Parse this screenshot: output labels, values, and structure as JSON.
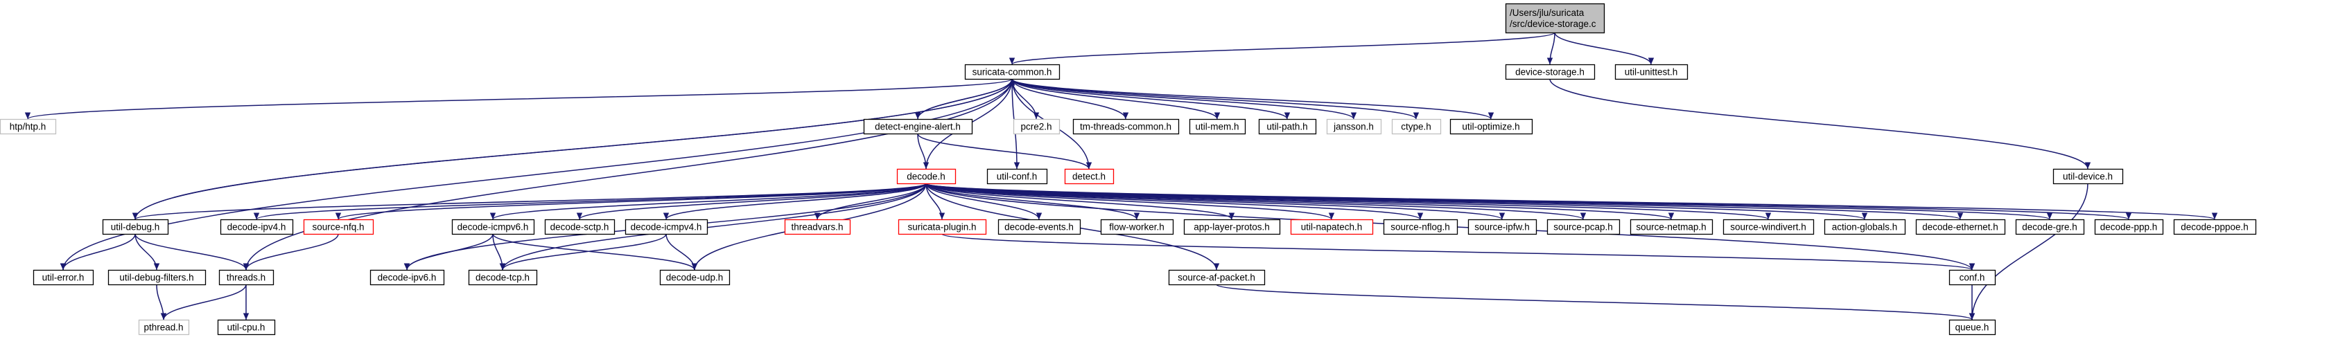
{
  "colors": {
    "edge": "#191970",
    "node_border": "#000000",
    "missing_border": "#bfbfbf",
    "error_border": "#ff0000",
    "root_fill": "#bfbfbf",
    "node_fill": "#ffffff"
  },
  "nodes": [
    {
      "id": "root",
      "lines": [
        "/Users/jlu/suricata",
        "/src/device-storage.c"
      ],
      "style": "root"
    },
    {
      "id": "suricata_common",
      "lines": [
        "suricata-common.h"
      ],
      "style": "normal"
    },
    {
      "id": "device_storage",
      "lines": [
        "device-storage.h"
      ],
      "style": "normal"
    },
    {
      "id": "util_unittest",
      "lines": [
        "util-unittest.h"
      ],
      "style": "normal"
    },
    {
      "id": "htp",
      "lines": [
        "htp/htp.h"
      ],
      "style": "missing"
    },
    {
      "id": "util_debug",
      "lines": [
        "util-debug.h"
      ],
      "style": "normal"
    },
    {
      "id": "detect_engine_alert",
      "lines": [
        "detect-engine-alert.h"
      ],
      "style": "normal"
    },
    {
      "id": "pcre2",
      "lines": [
        "pcre2.h"
      ],
      "style": "missing"
    },
    {
      "id": "tm_threads_common",
      "lines": [
        "tm-threads-common.h"
      ],
      "style": "normal"
    },
    {
      "id": "util_mem",
      "lines": [
        "util-mem.h"
      ],
      "style": "normal"
    },
    {
      "id": "util_path",
      "lines": [
        "util-path.h"
      ],
      "style": "normal"
    },
    {
      "id": "jansson",
      "lines": [
        "jansson.h"
      ],
      "style": "missing"
    },
    {
      "id": "ctype",
      "lines": [
        "ctype.h"
      ],
      "style": "missing"
    },
    {
      "id": "util_optimize",
      "lines": [
        "util-optimize.h"
      ],
      "style": "normal"
    },
    {
      "id": "util_device",
      "lines": [
        "util-device.h"
      ],
      "style": "normal"
    },
    {
      "id": "decode",
      "lines": [
        "decode.h"
      ],
      "style": "error"
    },
    {
      "id": "util_conf",
      "lines": [
        "util-conf.h"
      ],
      "style": "normal"
    },
    {
      "id": "detect",
      "lines": [
        "detect.h"
      ],
      "style": "error"
    },
    {
      "id": "decode_ipv4",
      "lines": [
        "decode-ipv4.h"
      ],
      "style": "normal"
    },
    {
      "id": "source_nfq",
      "lines": [
        "source-nfq.h"
      ],
      "style": "error"
    },
    {
      "id": "decode_icmpv6",
      "lines": [
        "decode-icmpv6.h"
      ],
      "style": "normal"
    },
    {
      "id": "decode_sctp",
      "lines": [
        "decode-sctp.h"
      ],
      "style": "normal"
    },
    {
      "id": "decode_icmpv4",
      "lines": [
        "decode-icmpv4.h"
      ],
      "style": "normal"
    },
    {
      "id": "threadvars",
      "lines": [
        "threadvars.h"
      ],
      "style": "error"
    },
    {
      "id": "suricata_plugin",
      "lines": [
        "suricata-plugin.h"
      ],
      "style": "error"
    },
    {
      "id": "decode_events",
      "lines": [
        "decode-events.h"
      ],
      "style": "normal"
    },
    {
      "id": "flow_worker",
      "lines": [
        "flow-worker.h"
      ],
      "style": "normal"
    },
    {
      "id": "app_layer_protos",
      "lines": [
        "app-layer-protos.h"
      ],
      "style": "normal"
    },
    {
      "id": "util_napatech",
      "lines": [
        "util-napatech.h"
      ],
      "style": "error"
    },
    {
      "id": "source_nflog",
      "lines": [
        "source-nflog.h"
      ],
      "style": "normal"
    },
    {
      "id": "source_ipfw",
      "lines": [
        "source-ipfw.h"
      ],
      "style": "normal"
    },
    {
      "id": "source_pcap",
      "lines": [
        "source-pcap.h"
      ],
      "style": "normal"
    },
    {
      "id": "source_netmap",
      "lines": [
        "source-netmap.h"
      ],
      "style": "normal"
    },
    {
      "id": "source_windivert",
      "lines": [
        "source-windivert.h"
      ],
      "style": "normal"
    },
    {
      "id": "action_globals",
      "lines": [
        "action-globals.h"
      ],
      "style": "normal"
    },
    {
      "id": "decode_ethernet",
      "lines": [
        "decode-ethernet.h"
      ],
      "style": "normal"
    },
    {
      "id": "decode_gre",
      "lines": [
        "decode-gre.h"
      ],
      "style": "normal"
    },
    {
      "id": "decode_ppp",
      "lines": [
        "decode-ppp.h"
      ],
      "style": "normal"
    },
    {
      "id": "decode_pppoe",
      "lines": [
        "decode-pppoe.h"
      ],
      "style": "normal"
    },
    {
      "id": "util_error",
      "lines": [
        "util-error.h"
      ],
      "style": "normal"
    },
    {
      "id": "util_debug_filters",
      "lines": [
        "util-debug-filters.h"
      ],
      "style": "normal"
    },
    {
      "id": "threads",
      "lines": [
        "threads.h"
      ],
      "style": "normal"
    },
    {
      "id": "decode_ipv6",
      "lines": [
        "decode-ipv6.h"
      ],
      "style": "normal"
    },
    {
      "id": "decode_tcp",
      "lines": [
        "decode-tcp.h"
      ],
      "style": "normal"
    },
    {
      "id": "decode_udp",
      "lines": [
        "decode-udp.h"
      ],
      "style": "normal"
    },
    {
      "id": "source_af_packet",
      "lines": [
        "source-af-packet.h"
      ],
      "style": "normal"
    },
    {
      "id": "conf",
      "lines": [
        "conf.h"
      ],
      "style": "normal"
    },
    {
      "id": "pthread",
      "lines": [
        "pthread.h"
      ],
      "style": "missing"
    },
    {
      "id": "util_cpu",
      "lines": [
        "util-cpu.h"
      ],
      "style": "normal"
    },
    {
      "id": "queue",
      "lines": [
        "queue.h"
      ],
      "style": "normal"
    }
  ],
  "edges": [
    [
      "root",
      "suricata_common"
    ],
    [
      "root",
      "device_storage"
    ],
    [
      "root",
      "util_unittest"
    ],
    [
      "suricata_common",
      "htp"
    ],
    [
      "suricata_common",
      "util_debug"
    ],
    [
      "suricata_common",
      "detect_engine_alert"
    ],
    [
      "suricata_common",
      "pcre2"
    ],
    [
      "suricata_common",
      "tm_threads_common"
    ],
    [
      "suricata_common",
      "util_mem"
    ],
    [
      "suricata_common",
      "util_path"
    ],
    [
      "suricata_common",
      "jansson"
    ],
    [
      "suricata_common",
      "ctype"
    ],
    [
      "suricata_common",
      "util_optimize"
    ],
    [
      "suricata_common",
      "util_conf"
    ],
    [
      "suricata_common",
      "util_error"
    ],
    [
      "suricata_common",
      "threads"
    ],
    [
      "device_storage",
      "util_device"
    ],
    [
      "util_device",
      "queue"
    ],
    [
      "util_debug",
      "suricata_common"
    ],
    [
      "util_debug",
      "util_error"
    ],
    [
      "util_debug",
      "util_debug_filters"
    ],
    [
      "util_debug",
      "threads"
    ],
    [
      "detect_engine_alert",
      "suricata_common"
    ],
    [
      "detect_engine_alert",
      "decode"
    ],
    [
      "detect_engine_alert",
      "detect"
    ],
    [
      "detect",
      "suricata_common"
    ],
    [
      "decode",
      "suricata_common"
    ],
    [
      "decode",
      "util_debug"
    ],
    [
      "decode",
      "decode_ipv4"
    ],
    [
      "decode",
      "source_nfq"
    ],
    [
      "decode",
      "decode_icmpv6"
    ],
    [
      "decode",
      "decode_sctp"
    ],
    [
      "decode",
      "decode_icmpv4"
    ],
    [
      "decode",
      "threadvars"
    ],
    [
      "decode",
      "suricata_plugin"
    ],
    [
      "decode",
      "decode_events"
    ],
    [
      "decode",
      "flow_worker"
    ],
    [
      "decode",
      "app_layer_protos"
    ],
    [
      "decode",
      "util_napatech"
    ],
    [
      "decode",
      "source_nflog"
    ],
    [
      "decode",
      "source_ipfw"
    ],
    [
      "decode",
      "source_pcap"
    ],
    [
      "decode",
      "source_netmap"
    ],
    [
      "decode",
      "source_windivert"
    ],
    [
      "decode",
      "action_globals"
    ],
    [
      "decode",
      "decode_ethernet"
    ],
    [
      "decode",
      "decode_gre"
    ],
    [
      "decode",
      "decode_ppp"
    ],
    [
      "decode",
      "decode_pppoe"
    ],
    [
      "decode",
      "decode_ipv6"
    ],
    [
      "decode",
      "decode_tcp"
    ],
    [
      "decode",
      "decode_udp"
    ],
    [
      "decode",
      "source_af_packet"
    ],
    [
      "decode",
      "conf"
    ],
    [
      "source_nfq",
      "threads"
    ],
    [
      "decode_icmpv6",
      "decode_ipv6"
    ],
    [
      "decode_icmpv6",
      "decode_tcp"
    ],
    [
      "decode_icmpv6",
      "decode_udp"
    ],
    [
      "decode_icmpv4",
      "decode_tcp"
    ],
    [
      "decode_icmpv4",
      "decode_udp"
    ],
    [
      "suricata_plugin",
      "conf"
    ],
    [
      "util_debug_filters",
      "pthread"
    ],
    [
      "threads",
      "pthread"
    ],
    [
      "threads",
      "util_cpu"
    ],
    [
      "source_af_packet",
      "queue"
    ],
    [
      "conf",
      "queue"
    ]
  ]
}
